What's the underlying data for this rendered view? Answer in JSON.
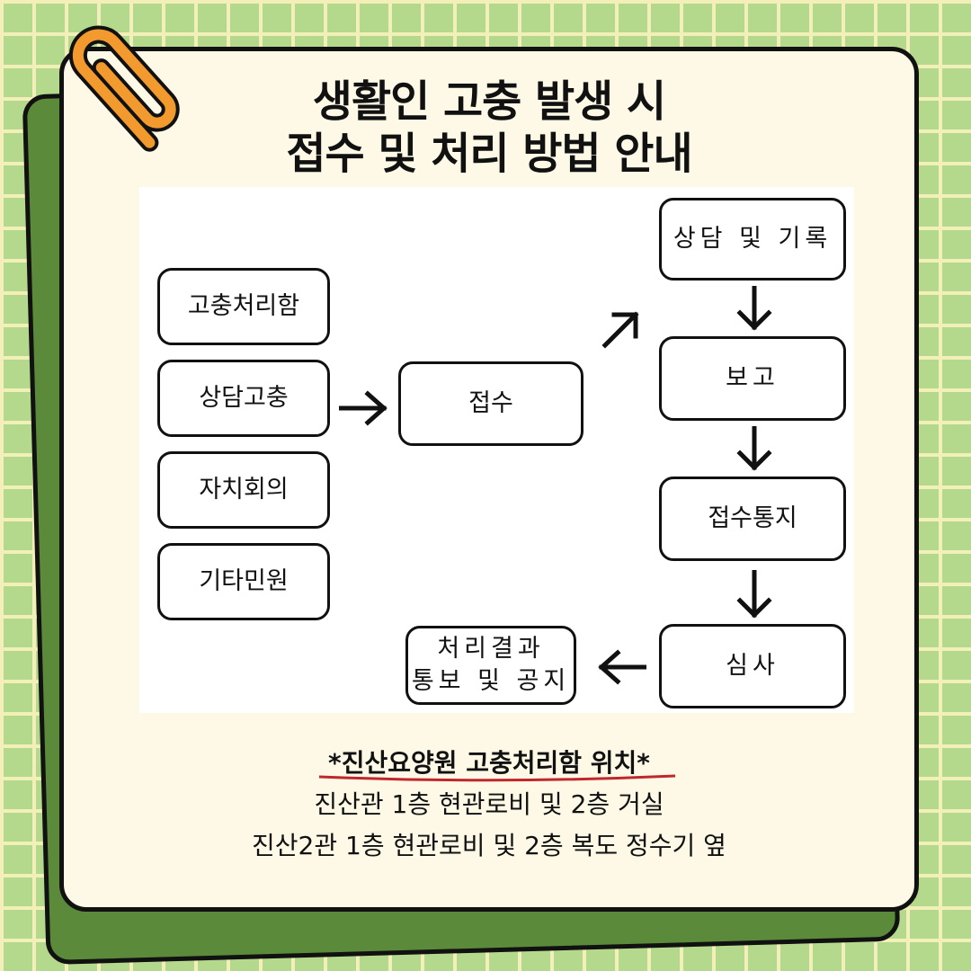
{
  "title": {
    "line1": "생활인 고충 발생 시",
    "line2": "접수 및 처리 방법 안내"
  },
  "diagram": {
    "sources": [
      "고충처리함",
      "상담고충",
      "자치회의",
      "기타민원"
    ],
    "intake": "접수",
    "steps": {
      "consult": "상담 및 기록",
      "report": "보고",
      "notice": "접수통지",
      "review": "심사",
      "result_line1": "처리결과",
      "result_line2": "통보 및 공지"
    }
  },
  "notes": {
    "heading": "*진산요양원 고충처리함 위치*",
    "line1": "진산관 1층 현관로비 및 2층 거실",
    "line2": "진산2관 1층 현관로비 및 2층 복도 정수기 옆"
  },
  "colors": {
    "background": "#b5d98c",
    "grid": "#f3efb8",
    "card": "#fdf9e6",
    "back_sheet": "#5a8a3a",
    "paperclip": "#f29a2e",
    "underline": "#c0262c"
  }
}
